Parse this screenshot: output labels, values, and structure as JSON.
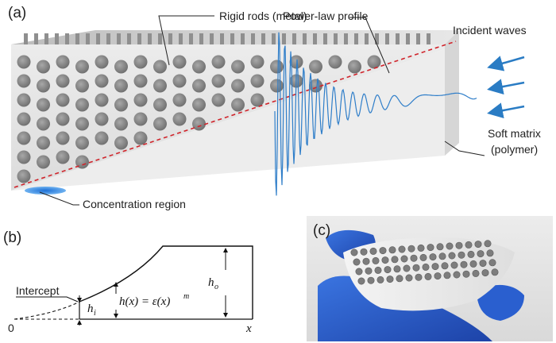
{
  "colors": {
    "block_front": "#e6e6e6",
    "block_top": "#eeeeee",
    "rod": "#8a8a8a",
    "wave": "#2f7ec9",
    "red_line": "#d0242b",
    "arrow_blue": "#2a7cc4",
    "glove_blue": "#2457c8"
  },
  "panel_a": {
    "label": "(a)",
    "rods_label": "Rigid rods (metal)",
    "profile_label": "Power-law profile",
    "incident_label": "Incident waves",
    "matrix_label_1": "Soft matrix",
    "matrix_label_2": "(polymer)",
    "concentration_label": "Concentration region"
  },
  "panel_b": {
    "label": "(b)",
    "intercept_label": "Intercept",
    "origin_label": "0",
    "x_axis_label": "x",
    "h_i_label": "h",
    "h_i_sub": "i",
    "h_o_label": "h",
    "h_o_sub": "o",
    "formula": "h(x) = ε(x)",
    "formula_exp": "m"
  },
  "panel_c": {
    "label": "(c)"
  }
}
